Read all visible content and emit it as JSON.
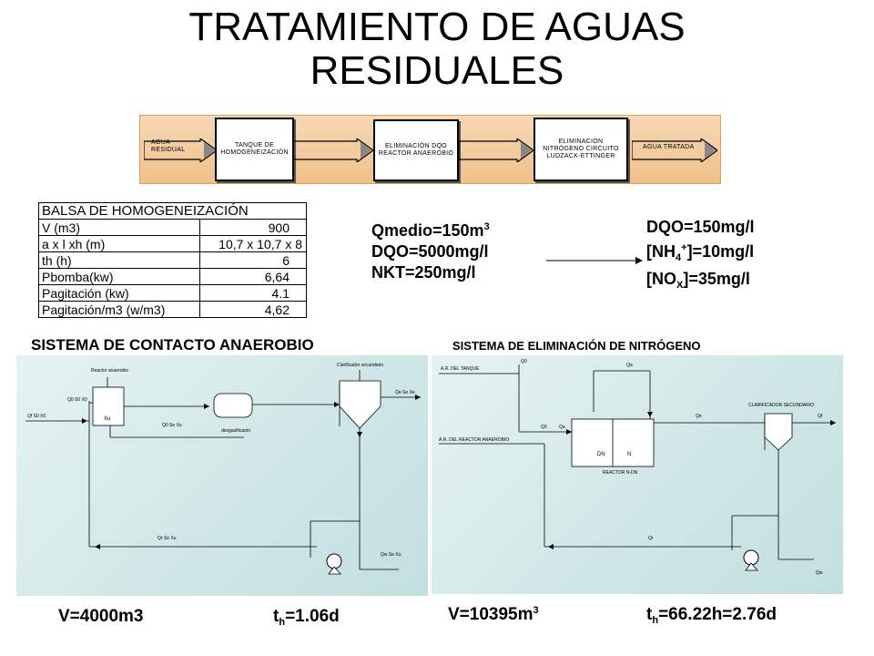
{
  "title_line1": "TRATAMIENTO DE AGUAS",
  "title_line2": "RESIDUALES",
  "flow": {
    "agua_residual_l1": "AGUA",
    "agua_residual_l2": "RESIDUAL",
    "tanque_l1": "TANQUE DE",
    "tanque_l2": "HOMOGENEIZACIÓN",
    "dqo_l1": "ELIMINACIÓN DQO",
    "dqo_l2": "REACTOR ANAEROBIO",
    "nitro_l1": "ELIMINACIÓN",
    "nitro_l2": "NITRÓGENO CIRCUITO",
    "nitro_l3": "LUDZACK-ETTINGER",
    "agua_tratada": "AGUA TRATADA"
  },
  "table": {
    "header": "BALSA DE HOMOGENEIZACIÓN",
    "rows": [
      {
        "label": "V (m3)",
        "value": "900"
      },
      {
        "label": "a x l xh (m)",
        "value": "10,7 x 10,7 x 8"
      },
      {
        "label": "th (h)",
        "value": "6"
      },
      {
        "label": "Pbomba(kw)",
        "value": "6,64"
      },
      {
        "label": "Pagitación (kw)",
        "value": "4.1"
      },
      {
        "label": "Pagitación/m3 (w/m3)",
        "value": "4,62"
      }
    ]
  },
  "influent": {
    "q_prefix": "Qmedio=150m",
    "q_sup": "3",
    "dqo": "DQO=5000mg/l",
    "nkt": "NKT=250mg/l"
  },
  "effluent": {
    "dqo": "DQO=150mg/l",
    "nh4_a": "[NH",
    "nh4_sub": "4",
    "nh4_sup": "+",
    "nh4_b": "]=10mg/l",
    "nox_a": "[NO",
    "nox_sub": "X",
    "nox_b": "]=35mg/l"
  },
  "anaerobic": {
    "title": "SISTEMA DE CONTACTO ANAEROBIO",
    "labels": {
      "inflow": "Qf S0 X0",
      "reactor_top": "Reactor anaerobio",
      "feed": "Q0 S0 X0",
      "xu": "Xu",
      "mid": "Q0 Se Xu",
      "degas": "desgasificador",
      "clarif": "Clarificador secundario",
      "out": "Qe Se Xe",
      "recycle": "Qr Se Xu",
      "pump": "Qw Se Xu"
    },
    "footer_v": "V=4000m3",
    "footer_t_a": "t",
    "footer_t_sub": "h",
    "footer_t_b": "=1.06d"
  },
  "nitrogen": {
    "title": "SISTEMA DE ELIMINACIÓN DE NITRÓGENO",
    "labels": {
      "in1": "A.R. DEL TANQUE",
      "in2": "A.R. DEL REACTOR ANAEROBIO",
      "q0a": "Q0",
      "qa": "Qa",
      "q0": "Q0",
      "qb": "Qa",
      "dn": "DN",
      "n": "N",
      "reactor": "REACTOR N-DN",
      "clarif": "CLARIFICADOR SECUNDARIO",
      "qe": "Qe",
      "qf": "Qf",
      "qr": "Qr",
      "qw": "Qw"
    },
    "footer_v_a": "V=10395m",
    "footer_v_sup": "3",
    "footer_t_a": "t",
    "footer_t_sub": "h",
    "footer_t_b": "=66.22h=2.76d"
  }
}
